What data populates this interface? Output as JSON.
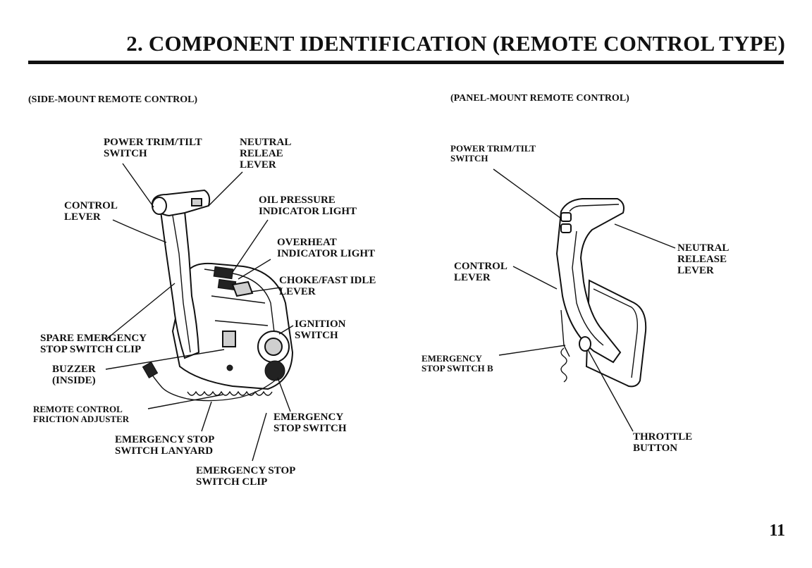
{
  "page": {
    "title": "2. COMPONENT IDENTIFICATION (REMOTE CONTROL TYPE)",
    "page_number": "11"
  },
  "side_mount": {
    "heading": "(SIDE-MOUNT REMOTE CONTROL)",
    "labels": {
      "power_trim_tilt": "POWER TRIM/TILT\nSWITCH",
      "neutral_release": "NEUTRAL\nRELEAE\nLEVER",
      "control_lever": "CONTROL\nLEVER",
      "oil_pressure": "OIL PRESSURE\nINDICATOR LIGHT",
      "overheat": "OVERHEAT\nINDICATOR LIGHT",
      "choke": "CHOKE/FAST IDLE\nLEVER",
      "ignition": "IGNITION\nSWITCH",
      "spare_emergency": "SPARE EMERGENCY\nSTOP SWITCH CLIP",
      "buzzer": "BUZZER\n(INSIDE)",
      "friction": "REMOTE CONTROL\nFRICTION ADJUSTER",
      "emergency_stop_switch": "EMERGENCY\nSTOP SWITCH",
      "lanyard": "EMERGENCY STOP\nSWITCH LANYARD",
      "stop_clip": "EMERGENCY STOP\nSWITCH CLIP"
    }
  },
  "panel_mount": {
    "heading": "(PANEL-MOUNT REMOTE CONTROL)",
    "labels": {
      "power_trim_tilt": "POWER TRIM/TILT\nSWITCH",
      "neutral_release": "NEUTRAL\nRELEASE\nLEVER",
      "control_lever": "CONTROL\nLEVER",
      "emergency_stop": "EMERGENCY\nSTOP SWITCH B",
      "throttle": "THROTTLE\nBUTTON"
    }
  }
}
